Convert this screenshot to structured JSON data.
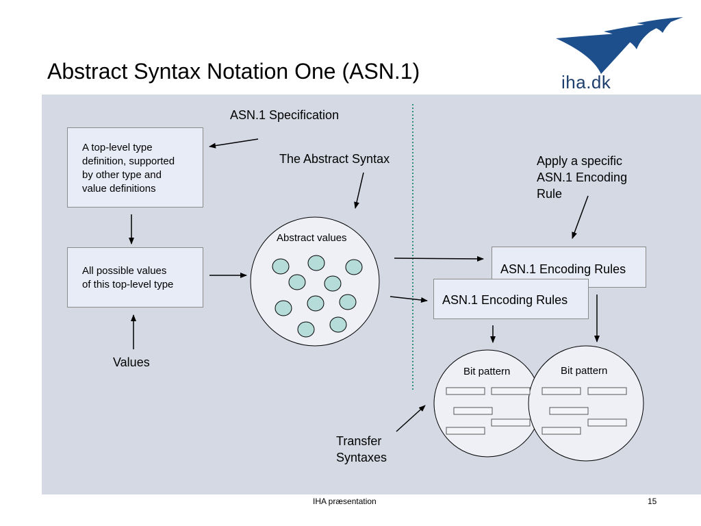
{
  "slide": {
    "title": "Abstract Syntax Notation One (ASN.1)",
    "logo_text": "iha.dk"
  },
  "labels": {
    "spec": "ASN.1 Specification",
    "abstract_syntax": "The Abstract Syntax",
    "apply_rule_line1": "Apply a specific",
    "apply_rule_line2": "ASN.1 Encoding",
    "apply_rule_line3": "Rule",
    "values": "Values",
    "transfer_line1": "Transfer",
    "transfer_line2": "Syntaxes"
  },
  "boxes": {
    "type_def_line1": "A top-level type",
    "type_def_line2": "definition, supported",
    "type_def_line3": "by other type and",
    "type_def_line4": "value definitions",
    "all_values_line1": "All possible values",
    "all_values_line2": "of this top-level type",
    "encoding_back": "ASN.1 Encoding Rules",
    "encoding_front": "ASN.1 Encoding Rules"
  },
  "circles": {
    "abstract_values": "Abstract values",
    "bit_pattern_left": "Bit pattern",
    "bit_pattern_right": "Bit pattern"
  },
  "colors": {
    "panel": "#d4d9e4",
    "box": "#e8ecf6",
    "value_dot": "#b5dcd8",
    "separator": "#2e8b7d",
    "logo": "#1d4f8c"
  },
  "footer": {
    "text": "IHA præsentation",
    "page": "15"
  }
}
